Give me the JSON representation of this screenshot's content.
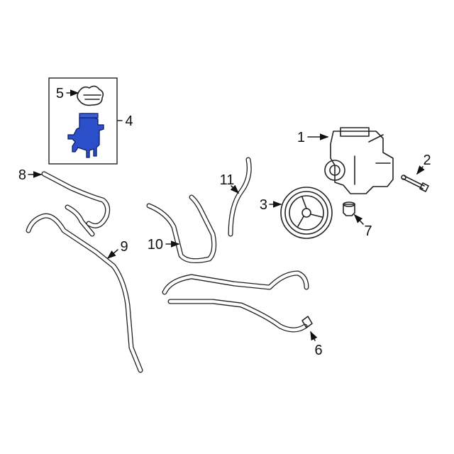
{
  "diagram": {
    "callouts": [
      "1",
      "2",
      "3",
      "4",
      "5",
      "6",
      "7",
      "8",
      "9",
      "10",
      "11"
    ],
    "highlight_color": "#2a4fc9"
  }
}
